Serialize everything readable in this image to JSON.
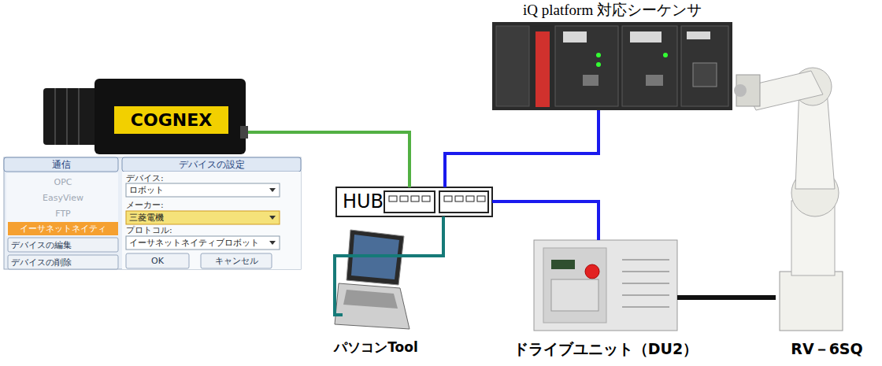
{
  "diagram": {
    "nodes": [
      {
        "text": [
          "iQ platform 対応シーケンサ"
        ]
      },
      {
        "text": [
          "COGNEX"
        ]
      },
      {
        "text": [
          "HUB"
        ]
      },
      {
        "text": [
          "パソコンTool"
        ]
      },
      {
        "text": [
          "ドライブユニット（DU2）"
        ]
      },
      {
        "text": [
          "RV－6SQ"
        ]
      }
    ],
    "edges": [
      {
        "from": 1,
        "to": 2,
        "arrow": "none"
      },
      {
        "from": 2,
        "to": 0,
        "arrow": "none"
      },
      {
        "from": 2,
        "to": 4,
        "arrow": "none"
      },
      {
        "from": 2,
        "to": 3,
        "arrow": "none"
      },
      {
        "from": 4,
        "to": 5,
        "arrow": "none"
      }
    ],
    "labels": [
      "通信",
      "デバイスの設定",
      "OPC",
      "EasyView",
      "FTP",
      "イーサネットネイティ",
      "デバイスの編集",
      "デバイスの削除",
      "デバイス:",
      "ロボット",
      "メーカー:",
      "三菱電機",
      "プロトコル:",
      "イーサネットネイティブロボット",
      "OK",
      "キャンセル"
    ]
  }
}
